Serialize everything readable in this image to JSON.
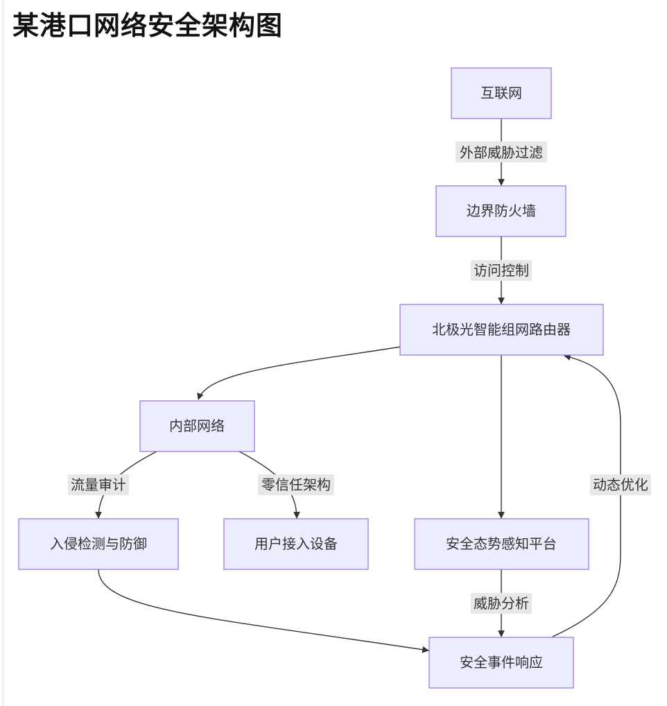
{
  "page": {
    "title": "某港口网络安全架构图"
  },
  "diagram": {
    "nodes": {
      "internet": "互联网",
      "firewall": "边界防火墙",
      "router": "北极光智能组网路由器",
      "internal": "内部网络",
      "ids": "入侵检测与防御",
      "devices": "用户接入设备",
      "situation": "安全态势感知平台",
      "response": "安全事件响应"
    },
    "edges": {
      "internet_firewall": "外部威胁过滤",
      "firewall_router": "访问控制",
      "internal_ids": "流量审计",
      "internal_devices": "零信任架构",
      "situation_response": "威胁分析",
      "response_router": "动态优化"
    }
  }
}
